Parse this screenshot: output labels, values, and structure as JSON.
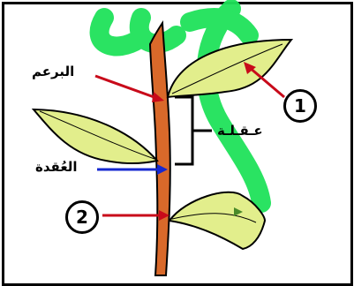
{
  "labels": {
    "bud": "البرعم",
    "internode": "عـقـلـة",
    "node": "العُقدة",
    "marker_1": "1",
    "marker_2": "2"
  },
  "colors": {
    "stem": "#d9692a",
    "leaf": "#e2ee8c",
    "watermark": "#1fe25a",
    "bud_arrow": "#c80a1a",
    "node_arrow": "#1528d0",
    "marker_arrow": "#c80a1a"
  }
}
